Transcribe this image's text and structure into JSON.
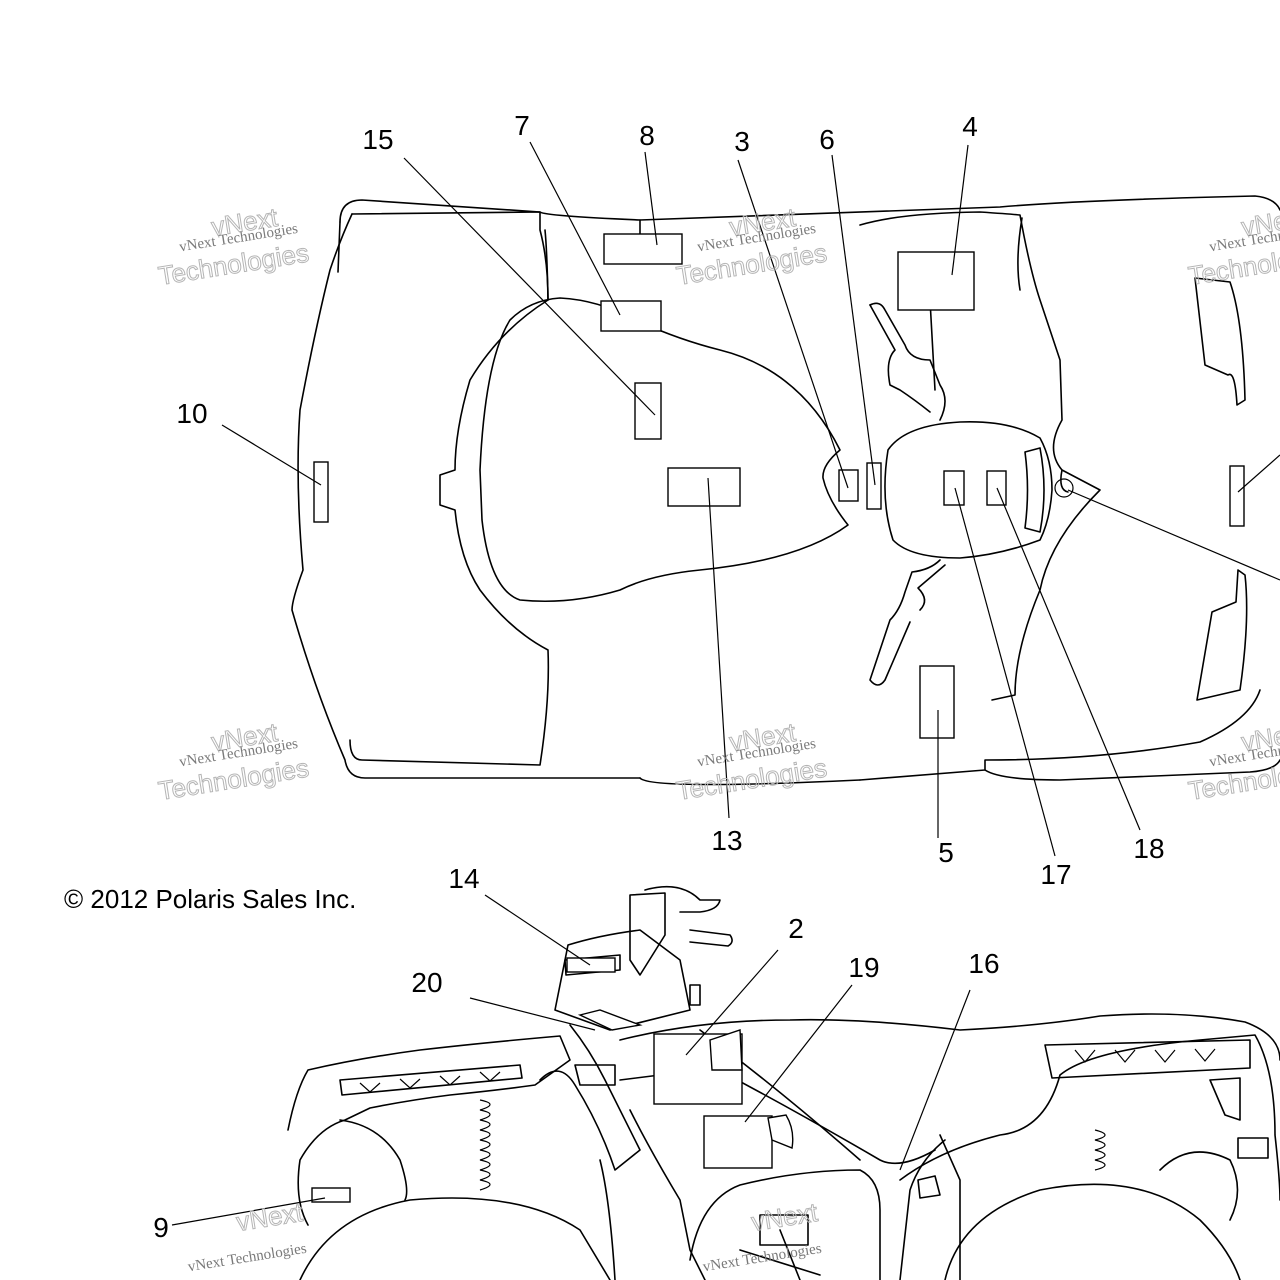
{
  "copyright": "2012 Polaris Sales Inc.",
  "copyright_symbol": "©",
  "watermark": {
    "line1": "vNext Technologies",
    "line2": "Technologies",
    "line3": "vNext"
  },
  "callouts": {
    "c15": "15",
    "c7": "7",
    "c8": "8",
    "c3": "3",
    "c6": "6",
    "c4": "4",
    "c10": "10",
    "c13": "13",
    "c5": "5",
    "c17": "17",
    "c18": "18",
    "c14": "14",
    "c2": "2",
    "c19": "19",
    "c16": "16",
    "c20": "20",
    "c9": "9"
  }
}
